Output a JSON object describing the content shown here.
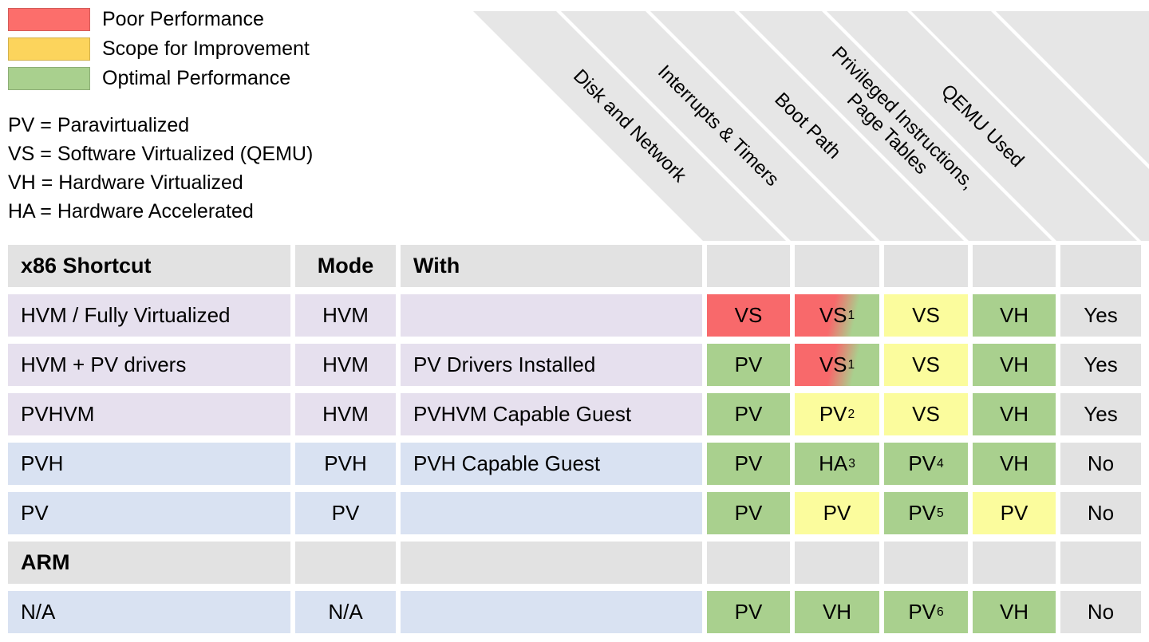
{
  "colors": {
    "legend_red": "#fc6e6b",
    "legend_gold": "#fcd45c",
    "legend_green": "#a9d08e",
    "cell_red": "#f8696b",
    "cell_yellow": "#fbfc9d",
    "cell_green": "#a9d08e",
    "row_purple": "#e6e0ee",
    "row_blue": "#d9e2f2",
    "gray_band": "#e6e6e6",
    "gray_cell": "#e2e2e2"
  },
  "legend": {
    "items": [
      {
        "label": "Poor Performance",
        "color_key": "legend_red"
      },
      {
        "label": "Scope for Improvement",
        "color_key": "legend_gold"
      },
      {
        "label": "Optimal Performance",
        "color_key": "legend_green"
      }
    ]
  },
  "abbreviations": [
    "PV = Paravirtualized",
    "VS = Software Virtualized (QEMU)",
    "VH = Hardware Virtualized",
    "HA = Hardware Accelerated"
  ],
  "diagonal_headers": [
    {
      "lines": [
        "Disk and Network"
      ]
    },
    {
      "lines": [
        "Interrupts & Timers"
      ]
    },
    {
      "lines": [
        "Boot Path"
      ]
    },
    {
      "lines": [
        "Privileged Instructions,",
        "Page Tables"
      ]
    },
    {
      "lines": [
        "QEMU Used"
      ]
    }
  ],
  "table": {
    "header": {
      "shortcut": "x86 Shortcut",
      "mode": "Mode",
      "with": "With"
    },
    "rows": [
      {
        "shortcut": "HVM / Fully Virtualized",
        "mode": "HVM",
        "with": "",
        "row_style": "purple",
        "bold": false,
        "cells": [
          {
            "text": "VS",
            "sup": "",
            "bg": "red"
          },
          {
            "text": "VS",
            "sup": "1",
            "bg": "red-green"
          },
          {
            "text": "VS",
            "sup": "",
            "bg": "yellow"
          },
          {
            "text": "VH",
            "sup": "",
            "bg": "green"
          },
          {
            "text": "Yes",
            "sup": "",
            "bg": "gray"
          }
        ]
      },
      {
        "shortcut": "HVM + PV drivers",
        "mode": "HVM",
        "with": "PV Drivers Installed",
        "row_style": "purple",
        "bold": false,
        "cells": [
          {
            "text": "PV",
            "sup": "",
            "bg": "green"
          },
          {
            "text": "VS",
            "sup": "1",
            "bg": "red-green"
          },
          {
            "text": "VS",
            "sup": "",
            "bg": "yellow"
          },
          {
            "text": "VH",
            "sup": "",
            "bg": "green"
          },
          {
            "text": "Yes",
            "sup": "",
            "bg": "gray"
          }
        ]
      },
      {
        "shortcut": "PVHVM",
        "mode": "HVM",
        "with": "PVHVM Capable Guest",
        "row_style": "purple",
        "bold": false,
        "cells": [
          {
            "text": "PV",
            "sup": "",
            "bg": "green"
          },
          {
            "text": "PV",
            "sup": "2",
            "bg": "yellow"
          },
          {
            "text": "VS",
            "sup": "",
            "bg": "yellow"
          },
          {
            "text": "VH",
            "sup": "",
            "bg": "green"
          },
          {
            "text": "Yes",
            "sup": "",
            "bg": "gray"
          }
        ]
      },
      {
        "shortcut": "PVH",
        "mode": "PVH",
        "with": "PVH Capable Guest",
        "row_style": "blue",
        "bold": false,
        "cells": [
          {
            "text": "PV",
            "sup": "",
            "bg": "green"
          },
          {
            "text": "HA",
            "sup": "3",
            "bg": "green"
          },
          {
            "text": "PV",
            "sup": "4",
            "bg": "green"
          },
          {
            "text": "VH",
            "sup": "",
            "bg": "green"
          },
          {
            "text": "No",
            "sup": "",
            "bg": "gray"
          }
        ]
      },
      {
        "shortcut": "PV",
        "mode": "PV",
        "with": "",
        "row_style": "blue",
        "bold": false,
        "cells": [
          {
            "text": "PV",
            "sup": "",
            "bg": "green"
          },
          {
            "text": "PV",
            "sup": "",
            "bg": "yellow"
          },
          {
            "text": "PV",
            "sup": "5",
            "bg": "green"
          },
          {
            "text": "PV",
            "sup": "",
            "bg": "yellow"
          },
          {
            "text": "No",
            "sup": "",
            "bg": "gray"
          }
        ]
      },
      {
        "shortcut": "ARM",
        "mode": "",
        "with": "",
        "row_style": "gray",
        "bold": true,
        "cells": [
          {
            "text": "",
            "sup": "",
            "bg": "gray"
          },
          {
            "text": "",
            "sup": "",
            "bg": "gray"
          },
          {
            "text": "",
            "sup": "",
            "bg": "gray"
          },
          {
            "text": "",
            "sup": "",
            "bg": "gray"
          },
          {
            "text": "",
            "sup": "",
            "bg": "gray"
          }
        ]
      },
      {
        "shortcut": "N/A",
        "mode": "N/A",
        "with": "",
        "row_style": "blue",
        "bold": false,
        "cells": [
          {
            "text": "PV",
            "sup": "",
            "bg": "green"
          },
          {
            "text": "VH",
            "sup": "",
            "bg": "green"
          },
          {
            "text": "PV",
            "sup": "6",
            "bg": "green"
          },
          {
            "text": "VH",
            "sup": "",
            "bg": "green"
          },
          {
            "text": "No",
            "sup": "",
            "bg": "gray"
          }
        ]
      }
    ]
  },
  "chart_data": {
    "type": "table",
    "columns": [
      "x86 Shortcut",
      "Mode",
      "With",
      "Disk and Network",
      "Interrupts & Timers",
      "Boot Path",
      "Privileged Instructions, Page Tables",
      "QEMU Used"
    ],
    "legend": {
      "red": "Poor Performance",
      "yellow": "Scope for Improvement",
      "green": "Optimal Performance"
    },
    "abbreviations": {
      "PV": "Paravirtualized",
      "VS": "Software Virtualized (QEMU)",
      "VH": "Hardware Virtualized",
      "HA": "Hardware Accelerated"
    },
    "rows": [
      [
        "HVM / Fully Virtualized",
        "HVM",
        "",
        "VS:poor",
        "VS1:poor-to-optimal",
        "VS:improvement",
        "VH:optimal",
        "Yes"
      ],
      [
        "HVM + PV drivers",
        "HVM",
        "PV Drivers Installed",
        "PV:optimal",
        "VS1:poor-to-optimal",
        "VS:improvement",
        "VH:optimal",
        "Yes"
      ],
      [
        "PVHVM",
        "HVM",
        "PVHVM Capable Guest",
        "PV:optimal",
        "PV2:improvement",
        "VS:improvement",
        "VH:optimal",
        "Yes"
      ],
      [
        "PVH",
        "PVH",
        "PVH Capable Guest",
        "PV:optimal",
        "HA3:optimal",
        "PV4:optimal",
        "VH:optimal",
        "No"
      ],
      [
        "PV",
        "PV",
        "",
        "PV:optimal",
        "PV:improvement",
        "PV5:optimal",
        "PV:improvement",
        "No"
      ],
      [
        "ARM",
        "",
        "",
        "",
        "",
        "",
        "",
        ""
      ],
      [
        "N/A",
        "N/A",
        "",
        "PV:optimal",
        "VH:optimal",
        "PV6:optimal",
        "VH:optimal",
        "No"
      ]
    ]
  }
}
